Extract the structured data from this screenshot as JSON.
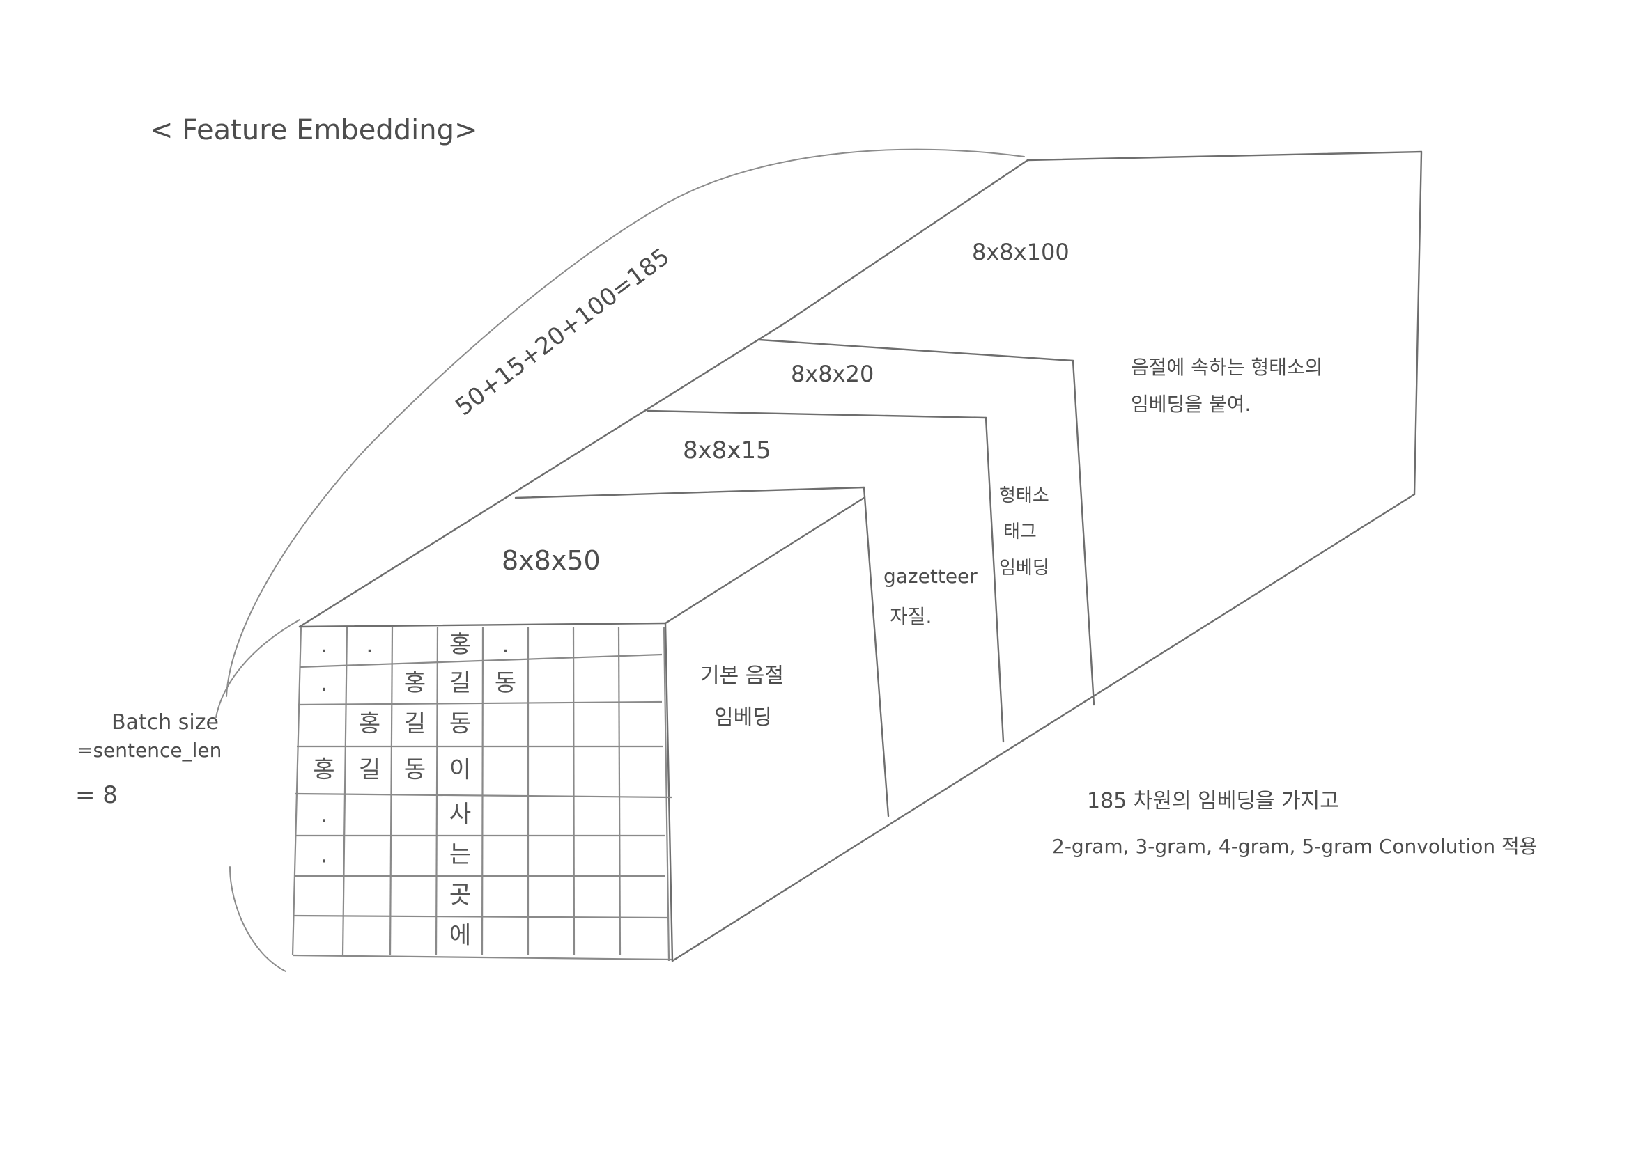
{
  "title": "< Feature Embedding>",
  "total_dim_label": "50+15+20+100=185",
  "batch_label": {
    "line1": "Batch size",
    "line2": "=sentence_len",
    "line3": "= 8"
  },
  "blocks": {
    "base": {
      "top_label": "8x8x50",
      "side_label_1": "기본 음절",
      "side_label_2": "임베딩"
    },
    "gazetteer": {
      "top_label": "8x8x15",
      "side_label_1": "gazetteer",
      "side_label_2": "자질."
    },
    "tag": {
      "top_label": "8x8x20",
      "side_label_1": "형태소",
      "side_label_2": "태그",
      "side_label_3": "임베딩"
    },
    "morph": {
      "top_label": "8x8x100",
      "side_label_1": "음절에 속하는 형태소의",
      "side_label_2": "임베딩을 붙여."
    }
  },
  "grid_rows": [
    [
      ".",
      ".",
      "",
      "홍",
      ".",
      "",
      "",
      ""
    ],
    [
      ".",
      "",
      "홍",
      "길",
      "동",
      "",
      "",
      ""
    ],
    [
      "",
      "홍",
      "길",
      "동",
      "",
      "",
      "",
      ""
    ],
    [
      "홍",
      "길",
      "동",
      "이",
      "",
      "",
      "",
      ""
    ],
    [
      ".",
      "",
      "",
      "사",
      "",
      "",
      "",
      ""
    ],
    [
      ".",
      "",
      "",
      "는",
      "",
      "",
      "",
      ""
    ],
    [
      "",
      "",
      "",
      "곳",
      "",
      "",
      "",
      ""
    ],
    [
      "",
      "",
      "",
      "에",
      "",
      "",
      "",
      ""
    ]
  ],
  "note": {
    "line1": "185 차원의 임베딩을 가지고",
    "line2": "2-gram, 3-gram, 4-gram, 5-gram  Convolution 적용"
  },
  "colors": {
    "pencil": "#6e6e6e",
    "paper": "#ffffff",
    "text": "#4d4d4d"
  }
}
